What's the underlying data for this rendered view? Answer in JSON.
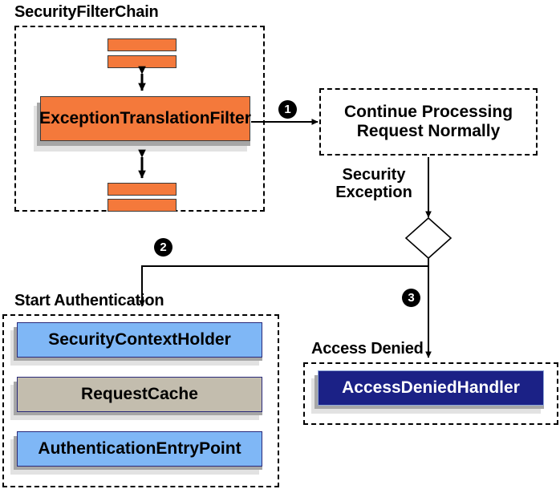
{
  "diagram": {
    "title": "Spring Security ExceptionTranslationFilter flow",
    "colors": {
      "filter_orange": "#f4793b",
      "node_blue": "#7fb7f6",
      "node_taupe": "#c3bdae",
      "node_navy": "#1b2186",
      "shadow_dark": "#a6a6a6",
      "shadow_light": "#e2e2e2",
      "stroke": "#000000",
      "background": "#ffffff"
    }
  },
  "groups": {
    "security_filter_chain": {
      "title": "SecurityFilterChain",
      "filter_above_label": "",
      "main_filter_label": "ExceptionTranslationFilter",
      "filter_below_label": ""
    },
    "start_authentication": {
      "title": "Start Authentication",
      "items": [
        {
          "label": "SecurityContextHolder",
          "style": "blue"
        },
        {
          "label": "RequestCache",
          "style": "taupe"
        },
        {
          "label": "AuthenticationEntryPoint",
          "style": "blue"
        }
      ]
    },
    "access_denied": {
      "title": "Access Denied",
      "items": [
        {
          "label": "AccessDeniedHandler",
          "style": "navy"
        }
      ]
    }
  },
  "process": {
    "continue_label": "Continue Processing\nRequest Normally"
  },
  "edges": {
    "security_exception_label": "Security\nException"
  },
  "steps": {
    "one": "1",
    "two": "2",
    "three": "3"
  },
  "icons": {
    "decision": "decision-diamond-icon",
    "bidirectional_arrow": "bidirectional-arrow-icon",
    "flow_arrow": "flow-arrow-icon"
  }
}
